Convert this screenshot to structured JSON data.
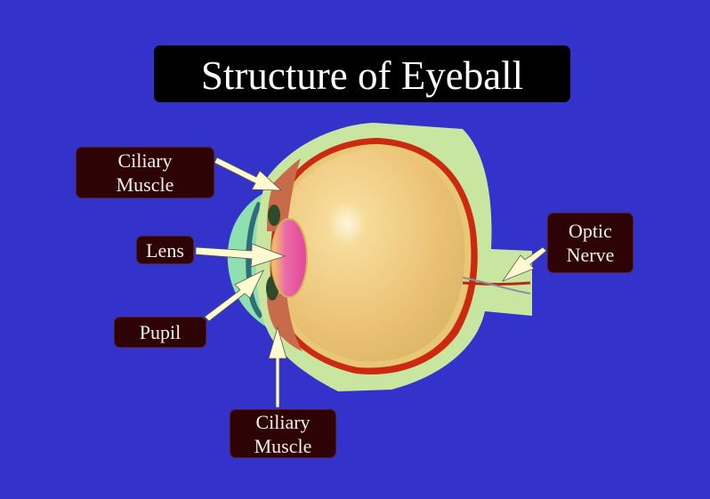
{
  "title": "Structure of Eyeball",
  "labels": {
    "ciliary_muscle_top": {
      "line1": "Ciliary",
      "line2": "Muscle"
    },
    "lens": "Lens",
    "pupil": "Pupil",
    "ciliary_muscle_bottom": {
      "line1": "Ciliary",
      "line2": "Muscle"
    },
    "optic_nerve": {
      "line1": "Optic",
      "line2": "Nerve"
    }
  },
  "colors": {
    "background": "#3333cc",
    "label_box": "#2e0306",
    "title_box": "#000000",
    "arrow_fill": "#fffbd0",
    "sclera": "#c9e6a0",
    "retina": "#cc2a10",
    "vitreous": "#e8c876",
    "lens": "#e8559c",
    "cornea": "#8ee0b0"
  }
}
